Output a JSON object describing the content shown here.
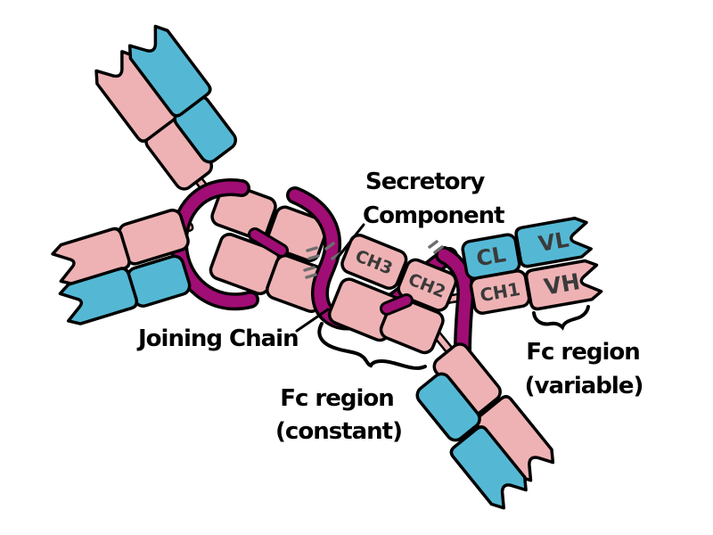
{
  "labels": {
    "secretory_component_line1": "Secretory",
    "secretory_component_line2": "Component",
    "joining_chain": "Joining Chain",
    "fc_constant_line1": "Fc region",
    "fc_constant_line2": "(constant)",
    "fc_variable_line1": "Fc region",
    "fc_variable_line2": "(variable)"
  },
  "domain_labels": {
    "ch3": "CH3",
    "ch2": "CH2",
    "cl": "CL",
    "vl": "VL",
    "ch1": "CH1",
    "vh": "VH"
  },
  "colors": {
    "background": "#ffffff",
    "heavy_chain_fill": "#eeb2b4",
    "light_chain_fill": "#54b8d4",
    "secretory_component": "#a00d74",
    "outline": "#000000",
    "label_text": "#000000",
    "domain_label_text": "#3a3a3a",
    "bond_tick": "#6e6e6e"
  }
}
